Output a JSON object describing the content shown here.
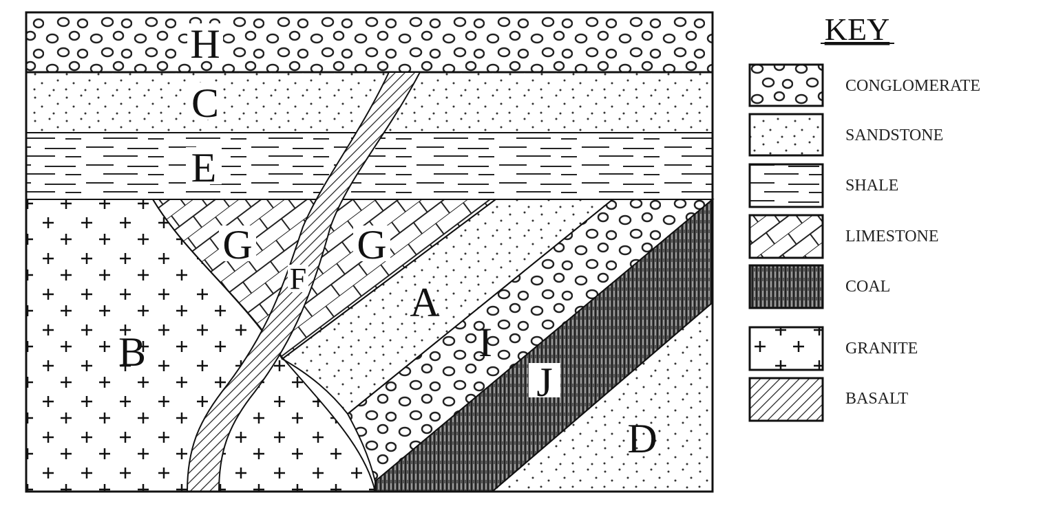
{
  "layers": {
    "H": "H",
    "C": "C",
    "E": "E",
    "G1": "G",
    "G2": "G",
    "F": "F",
    "A": "A",
    "I": "I",
    "J": "J",
    "B": "B",
    "D": "D"
  },
  "key": {
    "title": "KEY",
    "items": [
      {
        "label": "CONGLOMERATE",
        "pattern": "conglomerate"
      },
      {
        "label": "SANDSTONE",
        "pattern": "sandstone"
      },
      {
        "label": "SHALE",
        "pattern": "shale"
      },
      {
        "label": "LIMESTONE",
        "pattern": "limestone"
      },
      {
        "label": "COAL",
        "pattern": "coal"
      },
      {
        "label": "GRANITE",
        "pattern": "granite"
      },
      {
        "label": "BASALT",
        "pattern": "basalt"
      }
    ]
  }
}
